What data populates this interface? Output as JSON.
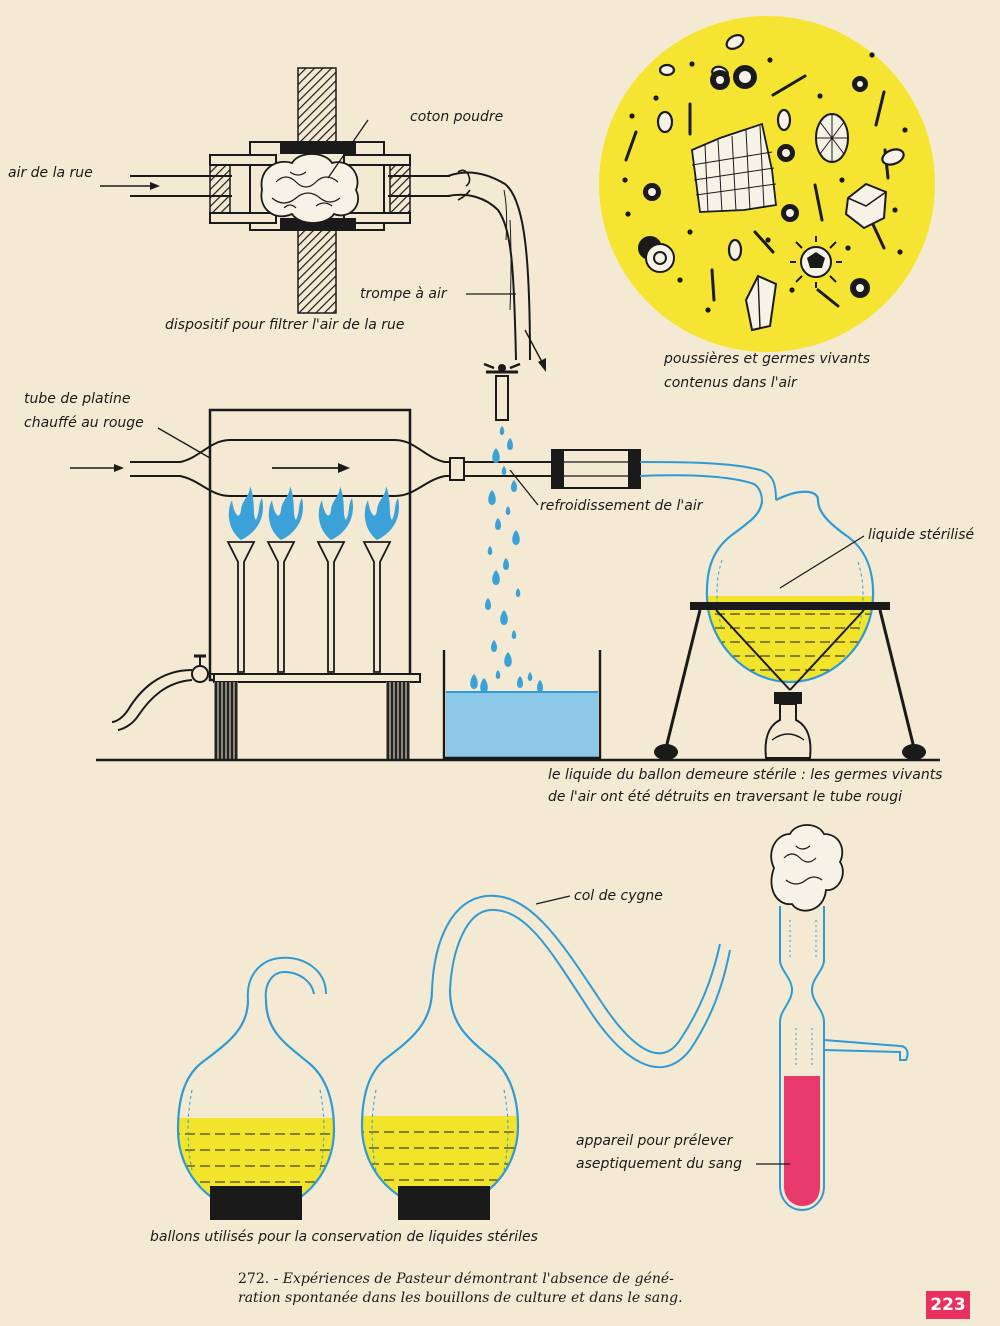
{
  "labels": {
    "street_air": "air de la rue",
    "cotton": "coton poudre",
    "air_pump": "trompe à air",
    "filter_device": "dispositif pour filtrer l'air de la rue",
    "dust_germs_1": "poussières et germes vivants",
    "dust_germs_2": "contenus dans l'air",
    "platinum_tube_1": "tube de platine",
    "platinum_tube_2": "chauffé au rouge",
    "air_cooling": "refroidissement de l'air",
    "sterilized_liquid": "liquide stérilisé",
    "sterile_result_1": "le liquide du ballon demeure stérile : les germes vivants",
    "sterile_result_2": "de l'air ont été détruits en traversant le tube rougi",
    "swan_neck": "col de cygne",
    "blood_device_1": "appareil pour prélever",
    "blood_device_2": "aseptiquement du sang",
    "flasks_caption": "ballons utilisés pour la conservation de liquides stériles"
  },
  "caption": {
    "number": "272.",
    "line1": " - Expériences de Pasteur démontrant l'absence de géné-",
    "line2": "ration spontanée dans les bouillons de culture et dans le sang."
  },
  "page_number": "223",
  "colors": {
    "background": "#f4ead3",
    "yellow_liquid": "#f2e42a",
    "blue_tube": "#2e9bd6",
    "water": "#8cc8e8",
    "blood": "#e8396c",
    "page_badge": "#e8315f"
  }
}
